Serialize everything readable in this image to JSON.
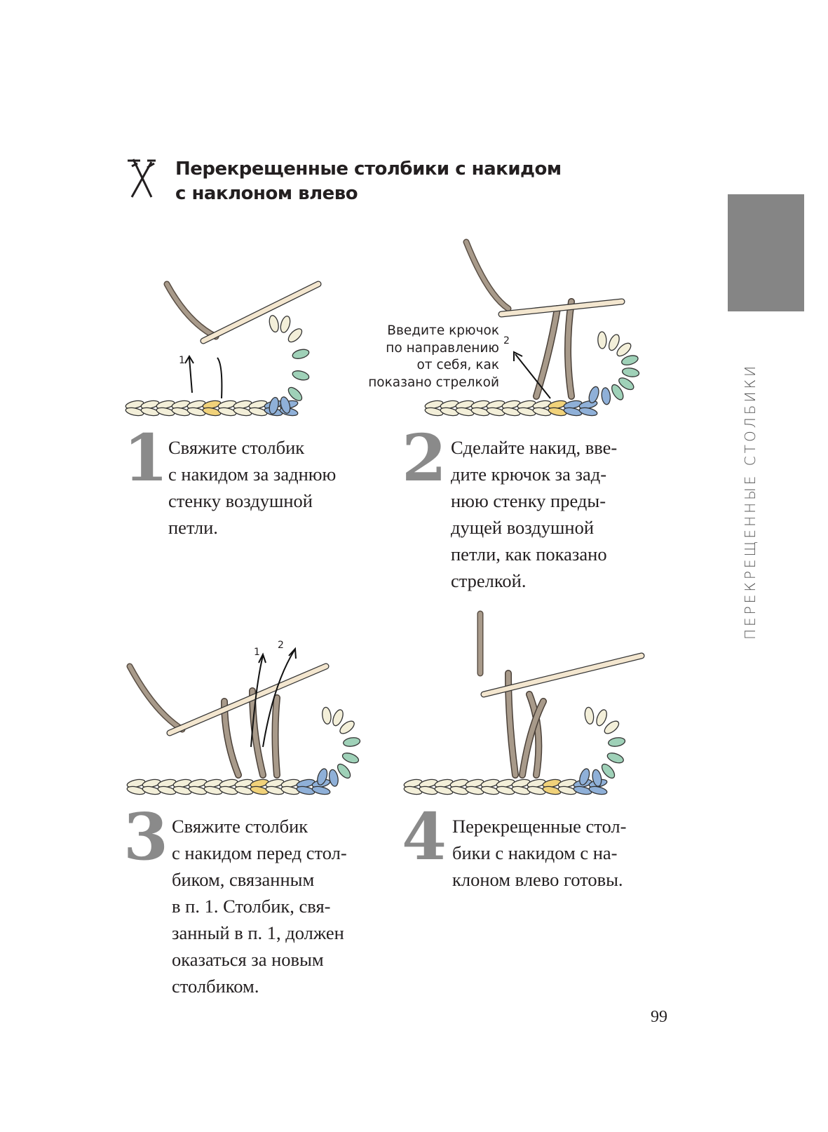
{
  "header": {
    "title_line1": "Перекрещенные столбики с накидом",
    "title_line2": "с наклоном влево",
    "symbol_icon": "crossed-double-crochet-left-symbol"
  },
  "side_tab": {
    "label": "ПЕРЕКРЕЩЕННЫЕ СТОЛБИКИ",
    "color": "#858585"
  },
  "steps": [
    {
      "number": "1",
      "text": "Свяжите столбик\nс накидом за заднюю\nстенку воздушной\nпетли.",
      "arrow_labels": [
        "1"
      ]
    },
    {
      "number": "2",
      "text": "Сделайте накид, вве-\nдите крючок за зад-\nнюю стенку преды-\nдущей воздушной\nпетли, как показано\nстрелкой.",
      "arrow_labels": [
        "2"
      ],
      "note": "Введите крючок\nпо направлению\nот себя, как\nпоказано стрелкой"
    },
    {
      "number": "3",
      "text": "Свяжите столбик\nс накидом перед стол-\nбиком, связанным\nв п. 1. Столбик, свя-\nзанный в п. 1, должен\nоказаться за новым\nстолбиком.",
      "arrow_labels": [
        "1",
        "2"
      ]
    },
    {
      "number": "4",
      "text": "Перекрещенные стол-\nбики с накидом с на-\nклоном влево готовы.",
      "arrow_labels": []
    }
  ],
  "colors": {
    "yarn": "#a89a8a",
    "chain": "#f3efd9",
    "green": "#9fd1b8",
    "blue": "#8fb0d8",
    "yellow": "#f1d27a",
    "hook": "#f3e6cf"
  },
  "page_number": "99"
}
